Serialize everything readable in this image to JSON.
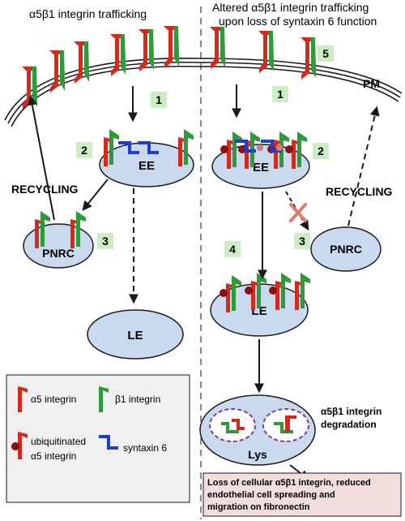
{
  "left_panel": {
    "title": "α5β1 integrin trafficking",
    "ee": "EE",
    "le": "LE",
    "pnrc": "PNRC",
    "recycling": "RECYCLING",
    "steps": [
      "1",
      "2",
      "3"
    ]
  },
  "right_panel": {
    "title_line1": "Altered α5β1 integrin trafficking",
    "title_line2": "upon loss of syntaxin 6 function",
    "pm": "PM",
    "ee": "EE",
    "le": "LE",
    "pnrc": "PNRC",
    "lys": "Lys",
    "recycling": "RECYCLING",
    "steps": [
      "1",
      "2",
      "3",
      "4",
      "5"
    ],
    "degradation_line1": "α5β1 integrin",
    "degradation_line2": "degradation",
    "outcome_line1": "Loss of cellular α5β1 integrin, reduced",
    "outcome_line2": "endothelial cell spreading and",
    "outcome_line3": "migration on fibronectin"
  },
  "legend": {
    "a5": "α5 integrin",
    "b1": "β1 integrin",
    "ubq_line1": "ubiquitinated",
    "ubq_line2": "α5 integrin",
    "stx6": "syntaxin 6"
  },
  "colors": {
    "alpha5": "#d42a1e",
    "beta1": "#2f9a3a",
    "syntaxin6": "#1a3fd1",
    "ubiquitin": "#8b1010",
    "organelle": "#c9d9ee",
    "step_box": "#cdeec5",
    "outcome_box": "#f3dede",
    "lys_ring": "#7a3f97",
    "divider": "#8a8a8a"
  }
}
